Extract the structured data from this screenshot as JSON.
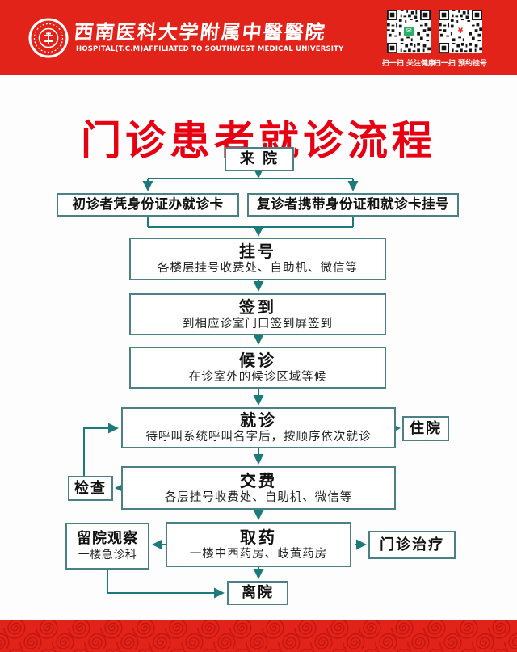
{
  "header": {
    "hospital_name_cn": "西南医科大学附属中醫醫院",
    "hospital_name_en": "HOSPITAL(T.C.M)AFFILIATED TO SOUTHWEST MEDICAL UNIVERSITY",
    "qr_left_label": "扫一扫 关注健康",
    "qr_right_label": "扫一扫 预约挂号"
  },
  "title": {
    "text": "门诊患者就诊流程"
  },
  "flow": {
    "arrive": {
      "label": "来 院"
    },
    "first_visit": {
      "label": "初诊者凭身份证办就诊卡"
    },
    "return_visit": {
      "label": "复诊者携带身份证和就诊卡挂号"
    },
    "register": {
      "label": "挂号",
      "sub": "各楼层挂号收费处、自助机、微信等"
    },
    "sign_in": {
      "label": "签到",
      "sub": "到相应诊室门口签到屏签到"
    },
    "wait": {
      "label": "候诊",
      "sub": "在诊室外的候诊区域等候"
    },
    "consult": {
      "label": "就诊",
      "sub": "待呼叫系统呼叫名字后，按顺序依次就诊"
    },
    "hospitalize": {
      "label": "住院"
    },
    "pay": {
      "label": "交费",
      "sub": "各层挂号收费处、自助机、微信等"
    },
    "exam": {
      "label": "检查"
    },
    "pharmacy": {
      "label": "取药",
      "sub": "一楼中西药房、歧黄药房"
    },
    "observation": {
      "label": "留院观察",
      "sub": "一楼急诊科"
    },
    "outpatient_treatment": {
      "label": "门诊治疗"
    },
    "leave": {
      "label": "离院"
    }
  },
  "colors": {
    "banner_red": "#e2231a",
    "title_red": "#e60012",
    "connector_teal": "#1d7a7a",
    "box_border_teal": "#4b8186",
    "footer_spiral": "#c41511",
    "qr_icon_green": "#2aaf64"
  }
}
